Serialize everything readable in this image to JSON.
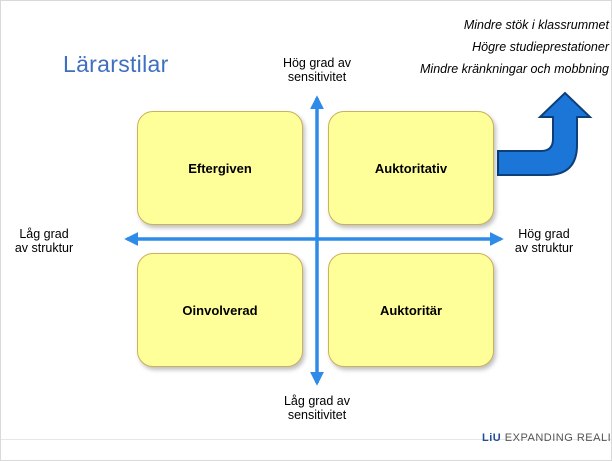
{
  "title": "Lärarstilar",
  "effects": {
    "line1": "Mindre stök i klassrummet",
    "line2": "Högre studieprestationer",
    "line3": "Mindre kränkningar och mobbning"
  },
  "quadrants": {
    "top_left": "Eftergiven",
    "top_right": "Auktoritativ",
    "bottom_left": "Oinvolverad",
    "bottom_right": "Auktoritär"
  },
  "axes": {
    "top_line1": "Hög grad av",
    "top_line2": "sensitivitet",
    "bottom_line1": "Låg grad av",
    "bottom_line2": "sensitivitet",
    "left_line1": "Låg grad",
    "left_line2": "av struktur",
    "right_line1": "Hög grad",
    "right_line2": "av struktur"
  },
  "logo": {
    "brand": "LiU",
    "tagline": "EXPANDING REALITY"
  },
  "colors": {
    "title": "#3f6fbf",
    "quadrant_fill": "#ffff99",
    "axis_arrow": "#2e8be8",
    "curved_arrow": "#1b76d8"
  }
}
